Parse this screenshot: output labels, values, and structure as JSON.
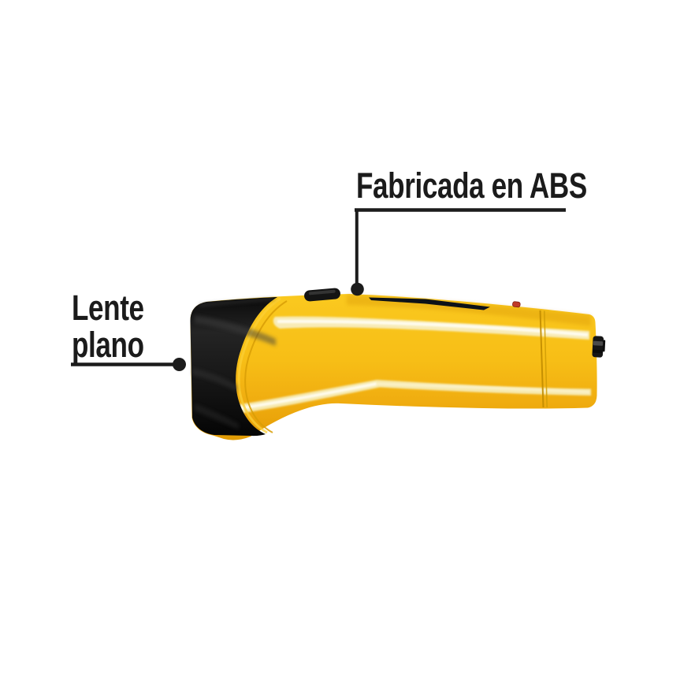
{
  "background_color": "#FFFFFF",
  "labels": {
    "material": "Fabricada en ABS",
    "lens_line1": "Lente",
    "lens_line2": "plano"
  },
  "illustration": {
    "type": "flashlight-product-photo",
    "annotated_parts": [
      "Lente plano",
      "Fabricada en ABS"
    ]
  },
  "colors": {
    "body_yellow_light": "#FAC91F",
    "body_yellow": "#F7BE16",
    "body_yellow_deep": "#DE9903",
    "highlight_cream": "#F8EDBC",
    "highlight_white": "#FFFEF6",
    "head_black": "#141414",
    "top_strip_black": "#0E1218",
    "accent_red": "#C03A28",
    "callout_line": "#1C1C1C",
    "seam_amber": "#C18C00"
  }
}
